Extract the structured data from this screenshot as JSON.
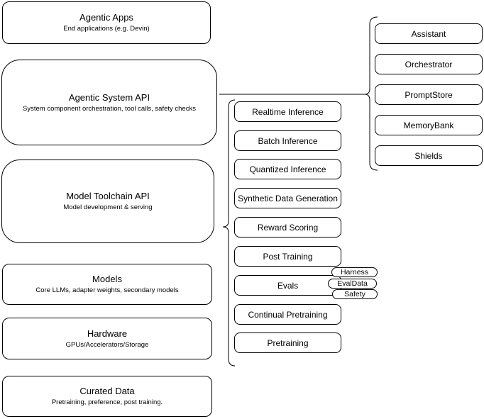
{
  "diagram": {
    "stack": [
      {
        "title": "Agentic Apps",
        "subtitle": "End applications (e.g. Devin)"
      },
      {
        "title": "Agentic System API",
        "subtitle": "System component orchestration, tool calls, safety checks"
      },
      {
        "title": "Model Toolchain API",
        "subtitle": "Model development & serving"
      },
      {
        "title": "Models",
        "subtitle": "Core LLMs, adapter weights, secondary models"
      },
      {
        "title": "Hardware",
        "subtitle": "GPUs/Accelerators/Storage"
      },
      {
        "title": "Curated Data",
        "subtitle": "Pretraining, preference, post training."
      }
    ],
    "toolchain_api_items": [
      "Realtime Inference",
      "Batch Inference",
      "Quantized Inference",
      "Synthetic Data Generation",
      "Reward Scoring",
      "Post Training",
      "Evals",
      "Continual Pretraining",
      "Pretraining"
    ],
    "evals_tags": [
      "Harness",
      "EvalData",
      "Safety"
    ],
    "system_api_components": [
      "Assistant",
      "Orchestrator",
      "PromptStore",
      "MemoryBank",
      "Shields"
    ]
  },
  "colors": {
    "border": "#000000",
    "background": "#ffffff",
    "text": "#000000"
  }
}
